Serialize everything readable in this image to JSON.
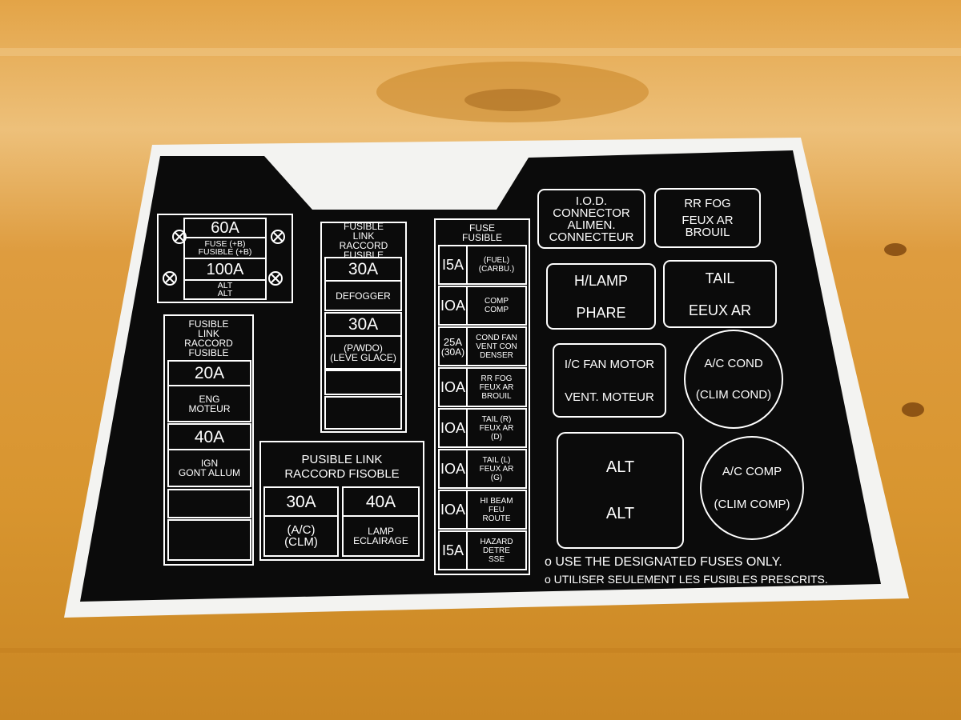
{
  "colors": {
    "sticker_black": "#0b0b0b",
    "border_white": "#f3f3f1",
    "wood": "#d99a3c",
    "ink": "#ffffff"
  },
  "fusible_top": {
    "r1_amp": "60A",
    "r1_l1": "FUSE (+B)",
    "r1_l2": "FUSIBLE (+B)",
    "r2_amp": "100A",
    "r2_l1": "ALT",
    "r2_l2": "ALT"
  },
  "left_link": {
    "h1": "FUSIBLE",
    "h2": "LINK",
    "h3": "RACCORD",
    "h4": "FUSIBLE",
    "a1": "20A",
    "a1_l1": "ENG",
    "a1_l2": "MOTEUR",
    "a2": "40A",
    "a2_l1": "IGN",
    "a2_l2": "GONT ALLUM"
  },
  "mid_link": {
    "h1": "FUSIBLE",
    "h2": "LINK",
    "h3": "RACCORD",
    "h4": "FUSIBLE",
    "a1": "30A",
    "a1_l1": "DEFOGGER",
    "a2": "30A",
    "a2_l1": "(P/WDO)",
    "a2_l2": "(LEVE GLACE)"
  },
  "bottom_link": {
    "h1": "PUSIBLE LINK",
    "h2": "RACCORD  FISOBLE",
    "a1": "30A",
    "a1_l1": "(A/C)",
    "a1_l2": "(CLM)",
    "a2": "40A",
    "a2_l1": "LAMP",
    "a2_l2": "ECLAIRAGE"
  },
  "fuse_col": {
    "h1": "FUSE",
    "h2": "FUSIBLE",
    "rows": [
      {
        "amp": "I5A",
        "l1": "(FUEL)",
        "l2": "(CARBU.)",
        "l3": ""
      },
      {
        "amp": "IOA",
        "l1": "COMP",
        "l2": "COMP",
        "l3": ""
      },
      {
        "amp": "25A",
        "amp2": "(30A)",
        "l1": "COND FAN",
        "l2": "VENT CON",
        "l3": "DENSER"
      },
      {
        "amp": "IOA",
        "l1": "RR FOG",
        "l2": "FEUX AR",
        "l3": "BROUIL"
      },
      {
        "amp": "IOA",
        "l1": "TAIL (R)",
        "l2": "FEUX AR",
        "l3": "(D)"
      },
      {
        "amp": "IOA",
        "l1": "TAIL (L)",
        "l2": "FEUX AR",
        "l3": "(G)"
      },
      {
        "amp": "IOA",
        "l1": "HI BEAM",
        "l2": "FEU",
        "l3": "ROUTE"
      },
      {
        "amp": "I5A",
        "l1": "HAZARD",
        "l2": "DETRE",
        "l3": "SSE"
      }
    ]
  },
  "relays": {
    "iod_l1": "I.O.D.",
    "iod_l2": "CONNECTOR",
    "iod_l3": "ALIMEN.",
    "iod_l4": "CONNECTEUR",
    "rrfog_l1": "RR FOG",
    "rrfog_l2": "FEUX AR",
    "rrfog_l3": "BROUIL",
    "hlamp_l1": "H/LAMP",
    "hlamp_l2": "PHARE",
    "tail_l1": "TAIL",
    "tail_l2": "EEUX AR",
    "icfan_l1": "I/C  FAN MOTOR",
    "icfan_l2": "VENT. MOTEUR",
    "accond_l1": "A/C  COND",
    "accond_l2": "(CLIM COND)",
    "alt_l1": "ALT",
    "alt_l2": "ALT",
    "accomp_l1": "A/C  COMP",
    "accomp_l2": "(CLIM COMP)"
  },
  "notes": {
    "n1": "o USE THE DESIGNATED FUSES ONLY.",
    "n2": "o UTILISER SEULEMENT LES FUSIBLES PRESCRITS."
  }
}
